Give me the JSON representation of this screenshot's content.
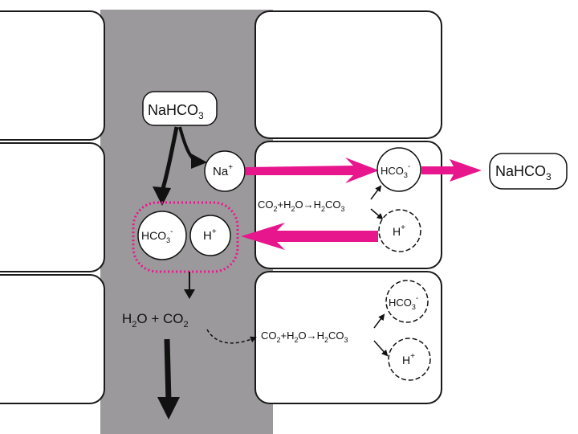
{
  "colors": {
    "lumen": "#9b999b",
    "cell_border": "#1a1a1a",
    "cell_fill": "#ffffff",
    "magenta": "#e8168c",
    "ink": "#111111"
  },
  "lumen": {
    "nahco3_in": {
      "main": "NaHCO",
      "sub": "3"
    },
    "na": {
      "main": "Na",
      "sup": "+"
    },
    "hco3": {
      "main": "HCO",
      "sub": "3",
      "sup": "-"
    },
    "h": {
      "main": "H",
      "sup": "+"
    },
    "products": {
      "water": "H",
      "water_sub": "2",
      "water_rest": "O + CO",
      "co2_sub": "2"
    }
  },
  "cell_middle": {
    "hco3": {
      "main": "HCO",
      "sub": "3",
      "sup": "-"
    },
    "h": {
      "main": "H",
      "sup": "+"
    },
    "reaction": {
      "a": "CO",
      "a_sub": "2",
      "b": "+H",
      "b_sub": "2",
      "c": "O",
      "arrow": "→",
      "d": "H",
      "d_sub": "2",
      "e": "CO",
      "e_sub": "3"
    }
  },
  "cell_bottom": {
    "hco3": {
      "main": "HCO",
      "sub": "3",
      "sup": "-"
    },
    "h": {
      "main": "H",
      "sup": "+"
    },
    "reaction": {
      "a": "CO",
      "a_sub": "2",
      "b": "+H",
      "b_sub": "2",
      "c": "O",
      "arrow": "→",
      "d": "H",
      "d_sub": "2",
      "e": "CO",
      "e_sub": "3"
    }
  },
  "blood": {
    "nahco3_out": {
      "main": "NaHCO",
      "sub": "3"
    }
  }
}
